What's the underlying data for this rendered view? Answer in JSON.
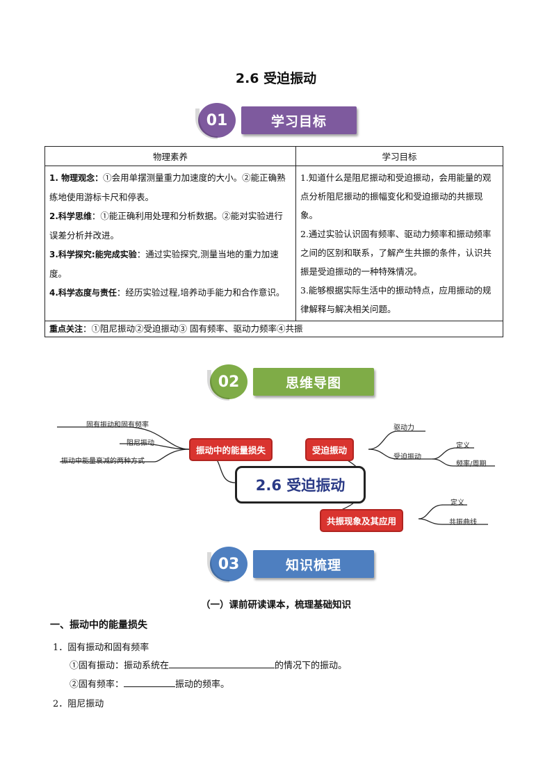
{
  "title": "2.6  受迫振动",
  "sections": [
    {
      "num": "01",
      "label": "学习目标",
      "color": "#7e5a9e"
    },
    {
      "num": "02",
      "label": "思维导图",
      "color": "#7fac47"
    },
    {
      "num": "03",
      "label": "知识梳理",
      "color": "#4e7fc0"
    }
  ],
  "table": {
    "headers": [
      "物理素养",
      "学习目标"
    ],
    "left": [
      {
        "bold": "1. 物理观念：",
        "text": "①会用单摆测量重力加速度的大小。②能正确熟练地使用游标卡尺和停表。"
      },
      {
        "bold": "2.科学思维",
        "text": "：①能正确利用处理和分析数据。②能对实验进行误差分析并改进。"
      },
      {
        "bold": "3.科学探究:能完成实验",
        "text": "：通过实验探究,测量当地的重力加速度。"
      },
      {
        "bold": "4.科学态度与责任",
        "text": "：经历实验过程,培养动手能力和合作意识。"
      }
    ],
    "right": [
      "1.知道什么是阻尼振动和受迫振动，会用能量的观点分析阻尼振动的振幅变化和受迫振动的共振现象。",
      "2.通过实验认识固有频率、驱动力频率和振动频率之间的区别和联系，了解产生共振的条件，认识共振是受迫振动的一种特殊情况。",
      "3.能够根据实际生活中的振动特点，应用振动的规律解释与解决相关问题。"
    ],
    "focus_bold": "重点关注",
    "focus_text": "：①阻尼振动②受迫振动③  固有频率、驱动力频率④共振"
  },
  "mindmap": {
    "center": "2.6 受迫振动",
    "left_node": "振动中的能量损失",
    "left_leaves": [
      "固有振动和固有频率",
      "阻尼振动",
      "振动中能量衰减的两种方式"
    ],
    "right_top_node": "受迫振动",
    "right_top_leaves": [
      "驱动力",
      "受迫振动"
    ],
    "forced_leaves": [
      "定义",
      "频率/周期"
    ],
    "right_bottom_node": "共振现象及其应用",
    "right_bottom_leaves": [
      "定义",
      "共振曲线"
    ],
    "colors": {
      "node": "#d9342f",
      "center_text": "#2a3a86"
    }
  },
  "content": {
    "subheading": "（一）课前研读课本，梳理基础知识",
    "heading1": "一、振动中的能量损失",
    "item1": "1．固有振动和固有频率",
    "item1a_pre": "①固有振动：振动系统在",
    "item1a_post": "的情况下的振动。",
    "item1b_pre": "②固有频率：",
    "item1b_post": "振动的频率。",
    "item2": "2．阻尼振动"
  }
}
